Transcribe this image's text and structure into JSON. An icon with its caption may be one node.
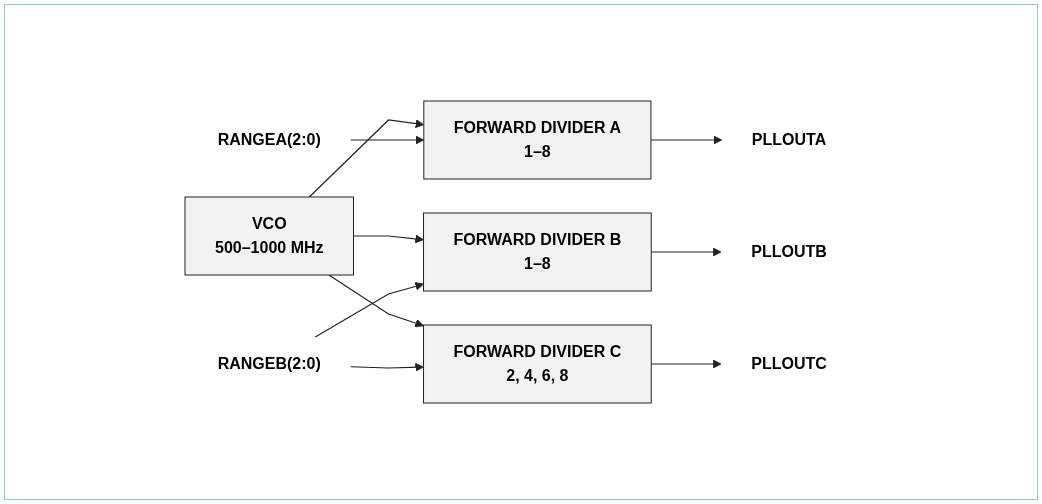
{
  "diagram": {
    "nodes": [
      {
        "text": [
          "RANGEA(2:0)"
        ]
      },
      {
        "text": [
          "RANGEB(2:0)"
        ]
      },
      {
        "text": [
          "VCO",
          "500–1000 MHz"
        ]
      },
      {
        "text": [
          "FORWARD DIVIDER A",
          "1–8"
        ]
      },
      {
        "text": [
          "FORWARD DIVIDER B",
          "1–8"
        ]
      },
      {
        "text": [
          "FORWARD DIVIDER C",
          "2, 4, 6, 8"
        ]
      },
      {
        "text": [
          "PLLOUTA"
        ]
      },
      {
        "text": [
          "PLLOUTB"
        ]
      },
      {
        "text": [
          "PLLOUTC"
        ]
      }
    ],
    "edges": [
      {
        "from": 0,
        "to": 3,
        "arrow": "to"
      },
      {
        "from": 1,
        "to": 4,
        "arrow": "to"
      },
      {
        "from": 1,
        "to": 5,
        "arrow": "to"
      },
      {
        "from": 2,
        "to": 3,
        "arrow": "to"
      },
      {
        "from": 2,
        "to": 4,
        "arrow": "to"
      },
      {
        "from": 2,
        "to": 5,
        "arrow": "to"
      },
      {
        "from": 3,
        "to": 6,
        "arrow": "to"
      },
      {
        "from": 4,
        "to": 7,
        "arrow": "to"
      },
      {
        "from": 5,
        "to": 8,
        "arrow": "to"
      }
    ]
  }
}
